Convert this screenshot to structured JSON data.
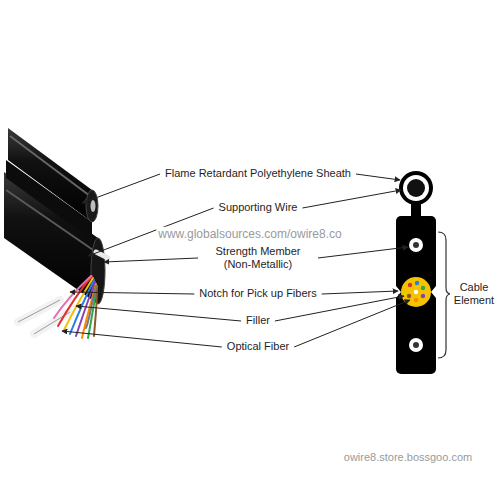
{
  "diagram": {
    "labels": [
      "Flame Retardant Polyethylene Sheath",
      "Supporting Wire",
      "Strength Member (Non-Metallic)",
      "Notch for Pick up Fibers",
      "Filler",
      "Optical Fiber",
      "Cable Element",
      "www.globalsources.com/owire8.co",
      "owire8.store.bossgoo.com"
    ]
  }
}
